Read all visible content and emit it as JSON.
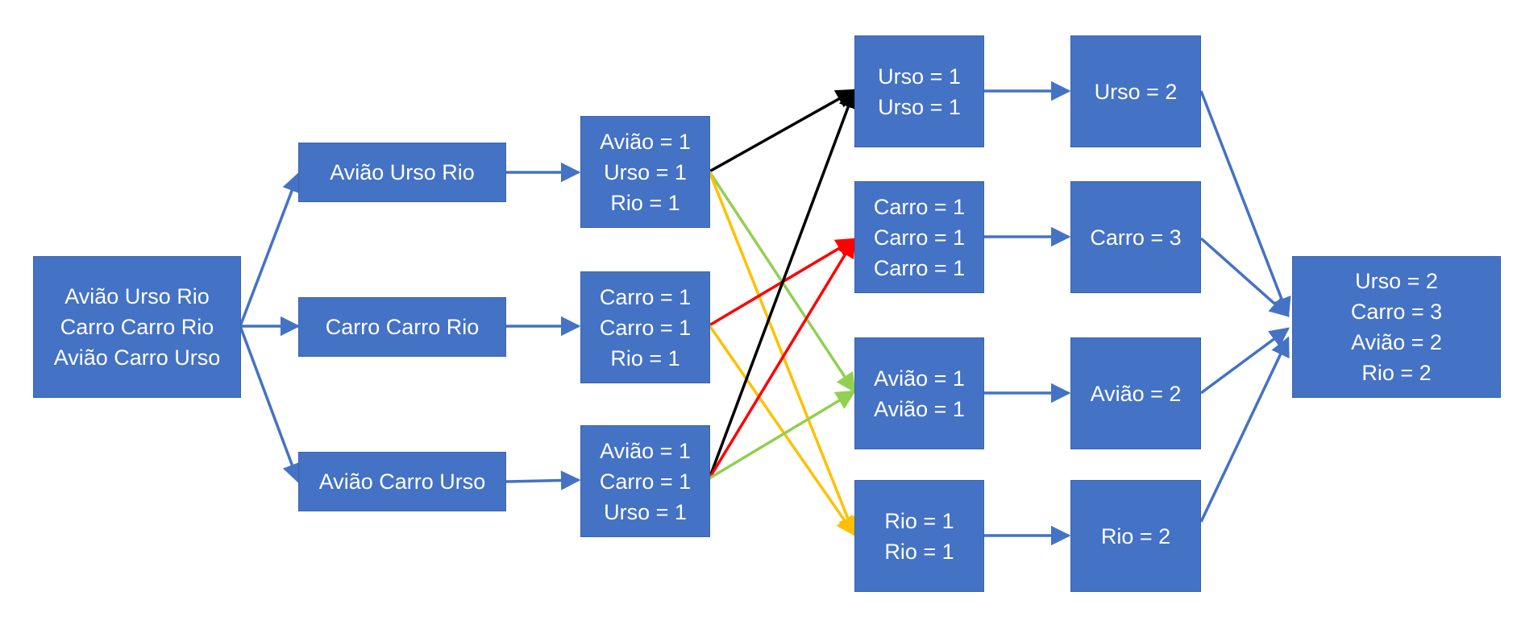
{
  "colors": {
    "box_fill": "#4472C4",
    "box_text": "#FFFFFF",
    "edge_blue": "#4472C4",
    "edge_black": "#000000",
    "edge_red": "#FF0000",
    "edge_green": "#92D050",
    "edge_orange": "#FFC000"
  },
  "nodes": {
    "input": {
      "lines": [
        "Avião Urso Rio",
        "Carro Carro Rio",
        "Avião Carro Urso"
      ]
    },
    "split": [
      {
        "lines": [
          "Avião Urso Rio"
        ]
      },
      {
        "lines": [
          "Carro Carro Rio"
        ]
      },
      {
        "lines": [
          "Avião Carro Urso"
        ]
      }
    ],
    "map": [
      {
        "lines": [
          "Avião = 1",
          "Urso = 1",
          "Rio = 1"
        ]
      },
      {
        "lines": [
          "Carro = 1",
          "Carro = 1",
          "Rio = 1"
        ]
      },
      {
        "lines": [
          "Avião = 1",
          "Carro = 1",
          "Urso = 1"
        ]
      }
    ],
    "shuffle": [
      {
        "lines": [
          "Urso = 1",
          "Urso = 1"
        ]
      },
      {
        "lines": [
          "Carro = 1",
          "Carro = 1",
          "Carro = 1"
        ]
      },
      {
        "lines": [
          "Avião = 1",
          "Avião = 1"
        ]
      },
      {
        "lines": [
          "Rio = 1",
          "Rio = 1"
        ]
      }
    ],
    "reduce": [
      {
        "lines": [
          "Urso = 2"
        ]
      },
      {
        "lines": [
          "Carro = 3"
        ]
      },
      {
        "lines": [
          "Avião = 2"
        ]
      },
      {
        "lines": [
          "Rio = 2"
        ]
      }
    ],
    "result": {
      "lines": [
        "Urso = 2",
        "Carro = 3",
        "Avião = 2",
        "Rio = 2"
      ]
    }
  }
}
